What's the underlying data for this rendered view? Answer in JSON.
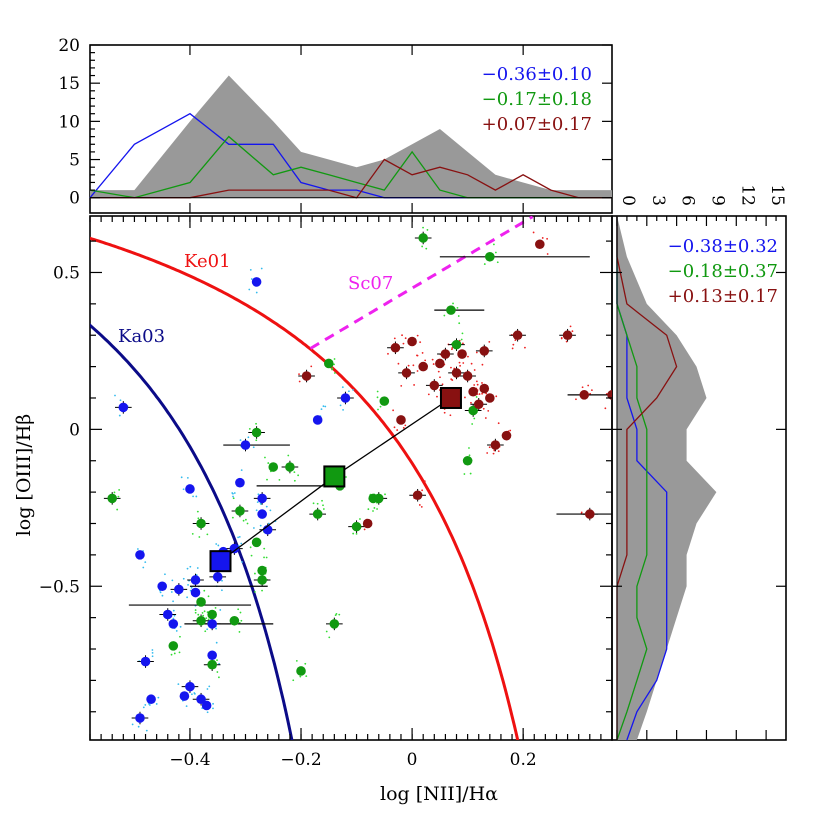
{
  "chart_data": [
    {
      "id": "main",
      "type": "scatter",
      "xlabel": "log [NII]/Hα",
      "ylabel": "log [OIII]/Hβ",
      "xlim": [
        -0.58,
        0.36
      ],
      "ylim": [
        -0.99,
        0.68
      ],
      "xticks": [
        -0.4,
        -0.2,
        0,
        0.2
      ],
      "xtick_labels": [
        "−0.4",
        "−0.2",
        "0",
        "0.2"
      ],
      "yticks": [
        -0.5,
        0,
        0.5
      ],
      "ytick_labels": [
        "−0.5",
        "0",
        "0.5"
      ],
      "curves": [
        {
          "name": "Ke01",
          "color": "#ee1111",
          "style": "solid"
        },
        {
          "name": "Ka03",
          "color": "#0b0b88",
          "style": "solid"
        },
        {
          "name": "Sc07",
          "color": "#ee22ee",
          "style": "dashed"
        }
      ],
      "groups": [
        {
          "color": "#1515ee",
          "mean": [
            -0.345,
            -0.42
          ],
          "points": [
            [
              -0.52,
              0.07
            ],
            [
              -0.49,
              -0.4
            ],
            [
              -0.48,
              -0.74
            ],
            [
              -0.47,
              -0.86
            ],
            [
              -0.49,
              -0.92
            ],
            [
              -0.45,
              -0.5
            ],
            [
              -0.44,
              -0.59
            ],
            [
              -0.43,
              -0.62
            ],
            [
              -0.42,
              -0.51
            ],
            [
              -0.41,
              -0.85
            ],
            [
              -0.4,
              -0.82
            ],
            [
              -0.4,
              -0.19
            ],
            [
              -0.39,
              -0.48
            ],
            [
              -0.39,
              -0.52
            ],
            [
              -0.38,
              -0.86
            ],
            [
              -0.37,
              -0.88
            ],
            [
              -0.36,
              -0.62
            ],
            [
              -0.36,
              -0.72
            ],
            [
              -0.35,
              -0.47
            ],
            [
              -0.34,
              -0.39
            ],
            [
              -0.32,
              -0.38
            ],
            [
              -0.31,
              -0.17
            ],
            [
              -0.3,
              -0.05
            ],
            [
              -0.28,
              0.47
            ],
            [
              -0.27,
              -0.22
            ],
            [
              -0.27,
              -0.27
            ],
            [
              -0.26,
              -0.32
            ],
            [
              -0.17,
              0.03
            ],
            [
              -0.12,
              0.1
            ]
          ],
          "err_x": [
            [
              -0.51,
              -0.29,
              -0.56
            ],
            [
              -0.4,
              -0.26,
              -0.5
            ],
            [
              -0.41,
              -0.25,
              -0.62
            ],
            [
              -0.34,
              -0.22,
              -0.05
            ]
          ]
        },
        {
          "color": "#119911",
          "mean": [
            -0.14,
            -0.15
          ],
          "points": [
            [
              -0.54,
              -0.22
            ],
            [
              -0.43,
              -0.69
            ],
            [
              -0.38,
              -0.3
            ],
            [
              -0.38,
              -0.55
            ],
            [
              -0.38,
              -0.61
            ],
            [
              -0.36,
              -0.59
            ],
            [
              -0.36,
              -0.75
            ],
            [
              -0.32,
              -0.61
            ],
            [
              -0.31,
              -0.26
            ],
            [
              -0.28,
              -0.36
            ],
            [
              -0.28,
              -0.01
            ],
            [
              -0.27,
              -0.45
            ],
            [
              -0.27,
              -0.48
            ],
            [
              -0.25,
              -0.12
            ],
            [
              -0.22,
              -0.12
            ],
            [
              -0.2,
              -0.77
            ],
            [
              -0.17,
              -0.27
            ],
            [
              -0.15,
              0.21
            ],
            [
              -0.14,
              -0.62
            ],
            [
              -0.13,
              -0.18
            ],
            [
              -0.1,
              -0.31
            ],
            [
              -0.07,
              -0.22
            ],
            [
              -0.06,
              -0.22
            ],
            [
              -0.05,
              0.09
            ],
            [
              0.02,
              0.61
            ],
            [
              0.07,
              0.38
            ],
            [
              0.08,
              0.27
            ],
            [
              0.1,
              -0.1
            ],
            [
              0.11,
              0.06
            ],
            [
              0.14,
              0.55
            ]
          ],
          "err_x": [
            [
              -0.28,
              -0.16,
              -0.18
            ],
            [
              0.04,
              0.13,
              0.38
            ],
            [
              0.05,
              0.32,
              0.55
            ]
          ]
        },
        {
          "color": "#881111",
          "mean": [
            0.07,
            0.1
          ],
          "points": [
            [
              -0.19,
              0.17
            ],
            [
              -0.08,
              -0.3
            ],
            [
              -0.03,
              0.26
            ],
            [
              -0.02,
              0.03
            ],
            [
              -0.01,
              0.18
            ],
            [
              0.0,
              0.28
            ],
            [
              0.01,
              -0.21
            ],
            [
              0.02,
              0.2
            ],
            [
              0.04,
              0.14
            ],
            [
              0.05,
              0.21
            ],
            [
              0.06,
              0.24
            ],
            [
              0.07,
              0.09
            ],
            [
              0.08,
              0.18
            ],
            [
              0.09,
              0.24
            ],
            [
              0.1,
              0.17
            ],
            [
              0.11,
              0.12
            ],
            [
              0.12,
              0.08
            ],
            [
              0.13,
              0.13
            ],
            [
              0.13,
              0.25
            ],
            [
              0.14,
              0.1
            ],
            [
              0.15,
              -0.05
            ],
            [
              0.17,
              -0.02
            ],
            [
              0.19,
              0.3
            ],
            [
              0.23,
              0.59
            ],
            [
              0.28,
              0.3
            ],
            [
              0.31,
              0.11
            ],
            [
              0.32,
              -0.27
            ],
            [
              0.36,
              0.11
            ]
          ],
          "err_x": [
            [
              0.26,
              0.38,
              -0.27
            ],
            [
              0.28,
              0.38,
              0.11
            ]
          ]
        }
      ]
    },
    {
      "id": "top",
      "type": "line",
      "ylim": [
        -2,
        20
      ],
      "xlim": [
        -0.58,
        0.36
      ],
      "yticks": [
        0,
        5,
        10,
        15,
        20
      ],
      "ytick_labels": [
        "0",
        "5",
        "10",
        "15",
        "20"
      ],
      "x": [
        -0.58,
        -0.5,
        -0.4,
        -0.33,
        -0.25,
        -0.2,
        -0.15,
        -0.1,
        -0.05,
        0.0,
        0.05,
        0.1,
        0.15,
        0.2,
        0.25,
        0.3,
        0.36
      ],
      "series": [
        {
          "color": "#999999",
          "fill": true,
          "values": [
            1,
            1,
            10,
            16,
            10,
            6,
            5,
            4,
            5,
            7,
            9,
            6,
            3,
            2,
            1,
            1,
            1
          ]
        },
        {
          "color": "#1515ee",
          "values": [
            0,
            7,
            11,
            7,
            7,
            2,
            1,
            1,
            0,
            0,
            0,
            0,
            0,
            0,
            0,
            0,
            0
          ]
        },
        {
          "color": "#119911",
          "values": [
            1,
            0,
            2,
            8,
            3,
            4,
            3,
            2,
            1,
            6,
            1,
            0,
            0,
            0,
            0,
            0,
            0
          ]
        },
        {
          "color": "#881111",
          "values": [
            0,
            0,
            0,
            1,
            1,
            1,
            1,
            0,
            5,
            3,
            4,
            3,
            1,
            3,
            1,
            0,
            0
          ]
        }
      ],
      "stats": [
        {
          "text": "−0.36±0.10",
          "color": "#1515ee"
        },
        {
          "text": "−0.17±0.18",
          "color": "#119911"
        },
        {
          "text": "+0.07±0.17",
          "color": "#881111"
        }
      ]
    },
    {
      "id": "right",
      "type": "line",
      "xlim": [
        -0.5,
        17
      ],
      "ylim": [
        -0.99,
        0.68
      ],
      "xticks": [
        0,
        3,
        6,
        9,
        12,
        15
      ],
      "xtick_labels": [
        "0",
        "3",
        "6",
        "9",
        "12",
        "15"
      ],
      "y": [
        0.68,
        0.55,
        0.4,
        0.3,
        0.2,
        0.1,
        0.0,
        -0.1,
        -0.2,
        -0.3,
        -0.4,
        -0.5,
        -0.6,
        -0.7,
        -0.8,
        -0.9,
        -0.99
      ],
      "series": [
        {
          "color": "#999999",
          "fill": true,
          "values": [
            0,
            1,
            3,
            6,
            8,
            9,
            7,
            7,
            10,
            8,
            7,
            7,
            6,
            5,
            4,
            3,
            2
          ]
        },
        {
          "color": "#1515ee",
          "values": [
            0,
            0,
            0,
            1,
            1,
            1,
            2,
            2,
            5,
            5,
            5,
            5,
            5,
            5,
            4,
            2,
            1
          ]
        },
        {
          "color": "#119911",
          "values": [
            0,
            0,
            0,
            1,
            2,
            2,
            3,
            3,
            3,
            3,
            3,
            2,
            2,
            3,
            2,
            1,
            0
          ]
        },
        {
          "color": "#881111",
          "values": [
            0,
            0,
            1,
            5,
            6,
            4,
            1,
            1,
            1,
            1,
            1,
            0,
            0,
            0,
            0,
            0,
            0
          ]
        }
      ],
      "stats": [
        {
          "text": "−0.38±0.32",
          "color": "#1515ee"
        },
        {
          "text": "−0.18±0.37",
          "color": "#119911"
        },
        {
          "text": "+0.13±0.17",
          "color": "#881111"
        }
      ]
    }
  ]
}
